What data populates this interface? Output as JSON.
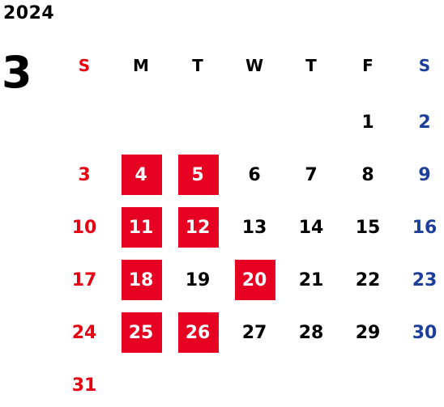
{
  "year": "2024",
  "month": "3",
  "weekdays": [
    "S",
    "M",
    "T",
    "W",
    "T",
    "F",
    "S"
  ],
  "weeks": [
    [
      "",
      "",
      "",
      "",
      "",
      "1",
      "2"
    ],
    [
      "3",
      "4",
      "5",
      "6",
      "7",
      "8",
      "9"
    ],
    [
      "10",
      "11",
      "12",
      "13",
      "14",
      "15",
      "16"
    ],
    [
      "17",
      "18",
      "19",
      "20",
      "21",
      "22",
      "23"
    ],
    [
      "24",
      "25",
      "26",
      "27",
      "28",
      "29",
      "30"
    ],
    [
      "31",
      "",
      "",
      "",
      "",
      "",
      ""
    ]
  ],
  "highlighted_days": [
    "4",
    "5",
    "11",
    "12",
    "18",
    "20",
    "25",
    "26"
  ],
  "colors": {
    "sunday": "#e60012",
    "saturday": "#1d3f9a",
    "highlight": "#e60022",
    "highlight_text": "#ffffff",
    "default": "#000000"
  }
}
